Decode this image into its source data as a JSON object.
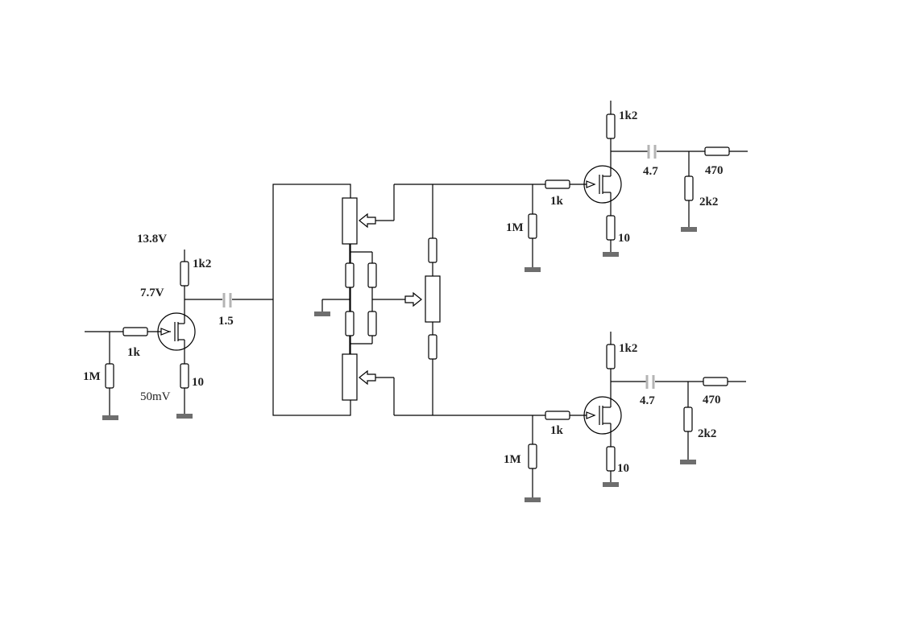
{
  "labels": {
    "supply_voltage": "13.8V",
    "drain_voltage": "7.7V",
    "source_voltage": "50mV",
    "in_gate_resistor": "1M",
    "in_series_resistor": "1k",
    "in_drain_resistor": "1k2",
    "in_source_resistor": "10",
    "in_coupling_cap": "1.5",
    "top_gate_resistor": "1M",
    "top_series_resistor": "1k",
    "top_drain_resistor": "1k2",
    "top_source_resistor": "10",
    "top_coupling_cap": "4.7",
    "top_output_resistor": "470",
    "top_load_resistor": "2k2",
    "bot_gate_resistor": "1M",
    "bot_series_resistor": "1k",
    "bot_drain_resistor": "1k2",
    "bot_source_resistor": "10",
    "bot_coupling_cap": "4.7",
    "bot_output_resistor": "470",
    "bot_load_resistor": "2k2"
  },
  "colors": {
    "wire": "#000000",
    "ground": "#6e6e6e",
    "capacitor": "#b4b4b4",
    "label": "#222222"
  }
}
